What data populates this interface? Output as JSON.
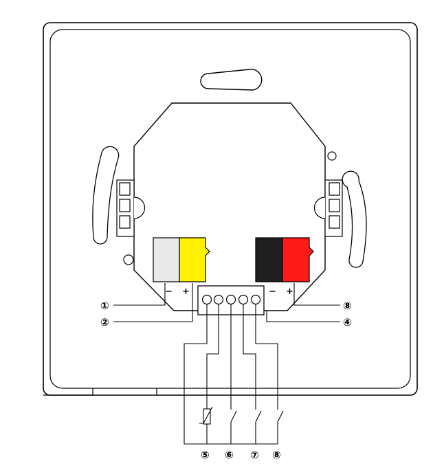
{
  "device": {
    "connectors": [
      {
        "name": "white",
        "color": "#e9e9e9"
      },
      {
        "name": "yellow",
        "color": "#fff200"
      },
      {
        "name": "black",
        "color": "#1f1f1f"
      },
      {
        "name": "red",
        "color": "#ff1a1a"
      }
    ],
    "polarity": {
      "left_minus": "−",
      "left_plus": "+",
      "right_minus": "−",
      "right_plus": "+"
    }
  },
  "callouts": {
    "c1": "①",
    "c2": "②",
    "c3": "⑧",
    "c4": "④",
    "c5": "⑤",
    "c6": "⑥",
    "c7": "⑦",
    "c8": "⑧"
  }
}
